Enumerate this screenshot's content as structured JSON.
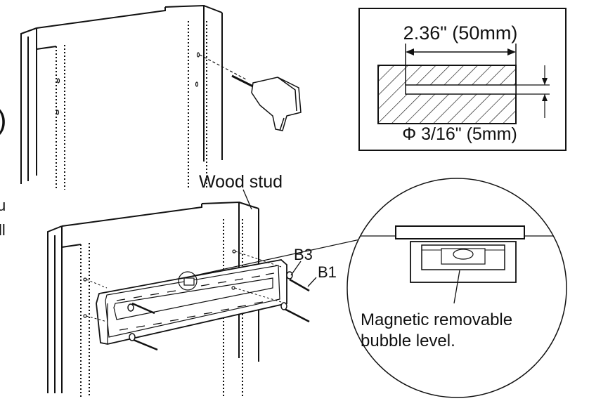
{
  "labels": {
    "depth": "2.36\" (50mm)",
    "diameter": "Φ 3/16\" (5mm)",
    "wood_stud": "Wood stud",
    "b3": "B3",
    "b1": "B1",
    "level_line1": "Magnetic removable",
    "level_line2": "bubble level."
  },
  "edge_text": {
    "paren": ")",
    "u": "u",
    "ll": "ll"
  },
  "colors": {
    "ink": "#111111",
    "background": "#ffffff"
  }
}
